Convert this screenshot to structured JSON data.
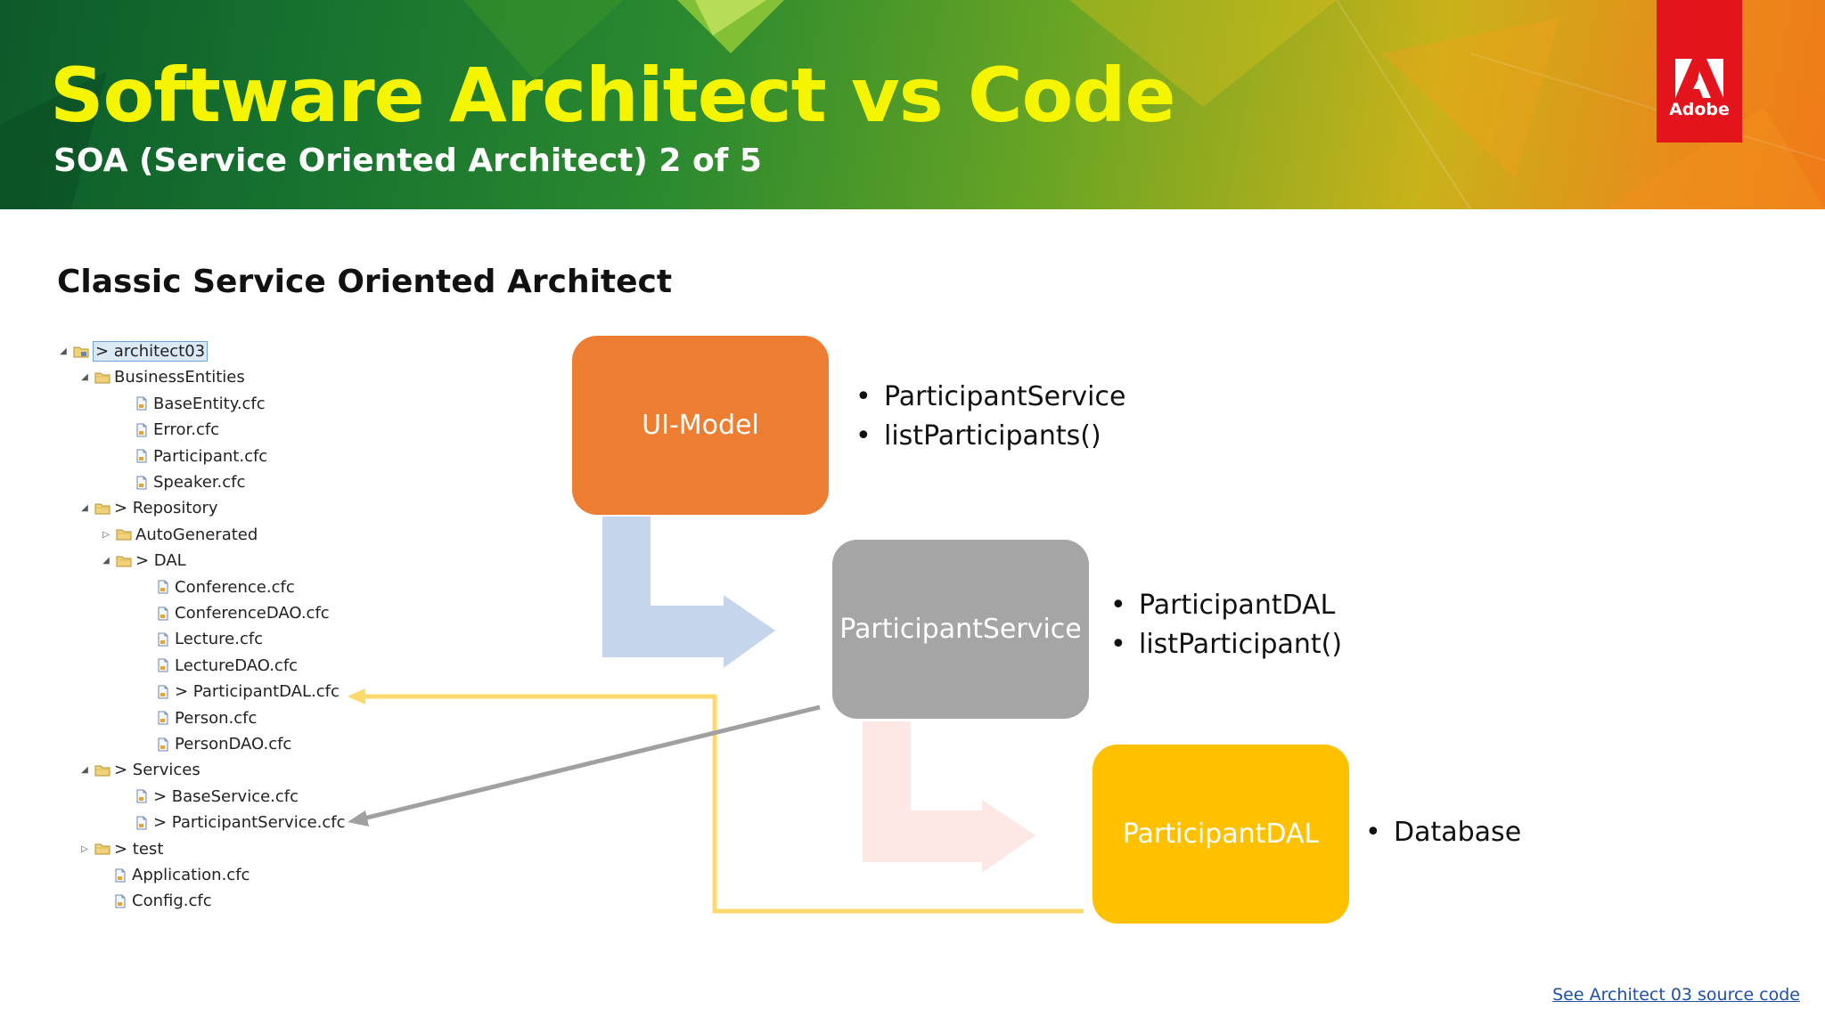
{
  "header": {
    "title": "Software Architect vs Code",
    "subtitle": "SOA (Service Oriented Architect) 2 of 5",
    "logo_text": "Adobe"
  },
  "section_title": "Classic Service Oriented Architect",
  "tree": [
    {
      "label": "> architect03",
      "toggle": "◢",
      "icon": "project-folder-icon",
      "selected": true
    },
    {
      "label": "BusinessEntities",
      "toggle": "◢",
      "icon": "folder-icon"
    },
    {
      "label": "BaseEntity.cfc",
      "toggle": "",
      "icon": "file-icon"
    },
    {
      "label": "Error.cfc",
      "toggle": "",
      "icon": "file-icon"
    },
    {
      "label": "Participant.cfc",
      "toggle": "",
      "icon": "file-icon"
    },
    {
      "label": "Speaker.cfc",
      "toggle": "",
      "icon": "file-icon"
    },
    {
      "label": "> Repository",
      "toggle": "◢",
      "icon": "folder-icon"
    },
    {
      "label": "AutoGenerated",
      "toggle": "▷",
      "icon": "folder-icon"
    },
    {
      "label": "> DAL",
      "toggle": "◢",
      "icon": "folder-icon"
    },
    {
      "label": "Conference.cfc",
      "toggle": "",
      "icon": "file-icon"
    },
    {
      "label": "ConferenceDAO.cfc",
      "toggle": "",
      "icon": "file-icon"
    },
    {
      "label": "Lecture.cfc",
      "toggle": "",
      "icon": "file-icon"
    },
    {
      "label": "LectureDAO.cfc",
      "toggle": "",
      "icon": "file-icon"
    },
    {
      "label": "> ParticipantDAL.cfc",
      "toggle": "",
      "icon": "file-icon"
    },
    {
      "label": "Person.cfc",
      "toggle": "",
      "icon": "file-icon"
    },
    {
      "label": "PersonDAO.cfc",
      "toggle": "",
      "icon": "file-icon"
    },
    {
      "label": "> Services",
      "toggle": "◢",
      "icon": "folder-icon"
    },
    {
      "label": "> BaseService.cfc",
      "toggle": "",
      "icon": "file-icon"
    },
    {
      "label": "> ParticipantService.cfc",
      "toggle": "",
      "icon": "file-icon"
    },
    {
      "label": "> test",
      "toggle": "▷",
      "icon": "folder-icon"
    },
    {
      "label": "Application.cfc",
      "toggle": "",
      "icon": "file-icon"
    },
    {
      "label": "Config.cfc",
      "toggle": "",
      "icon": "file-icon"
    }
  ],
  "diagram": {
    "ui_model": {
      "label": "UI-Model",
      "color": "#ed7d31",
      "bullets": [
        "ParticipantService",
        "listParticipants()"
      ]
    },
    "participant_service": {
      "label": "ParticipantService",
      "color": "#a5a5a5",
      "bullets": [
        "ParticipantDAL",
        "listParticipant()"
      ]
    },
    "participant_dal": {
      "label": "ParticipantDAL",
      "color": "#ffc000",
      "bullets": [
        "Database"
      ]
    }
  },
  "colors": {
    "title_yellow": "#f5f500",
    "arrow_blue": "#c5d6ec",
    "arrow_pink": "#fde8e5",
    "connector_yellow": "#fbd96a",
    "connector_gray": "#a0a0a0",
    "adobe_red": "#e3141b"
  },
  "footer_link": "See Architect 03 source code"
}
